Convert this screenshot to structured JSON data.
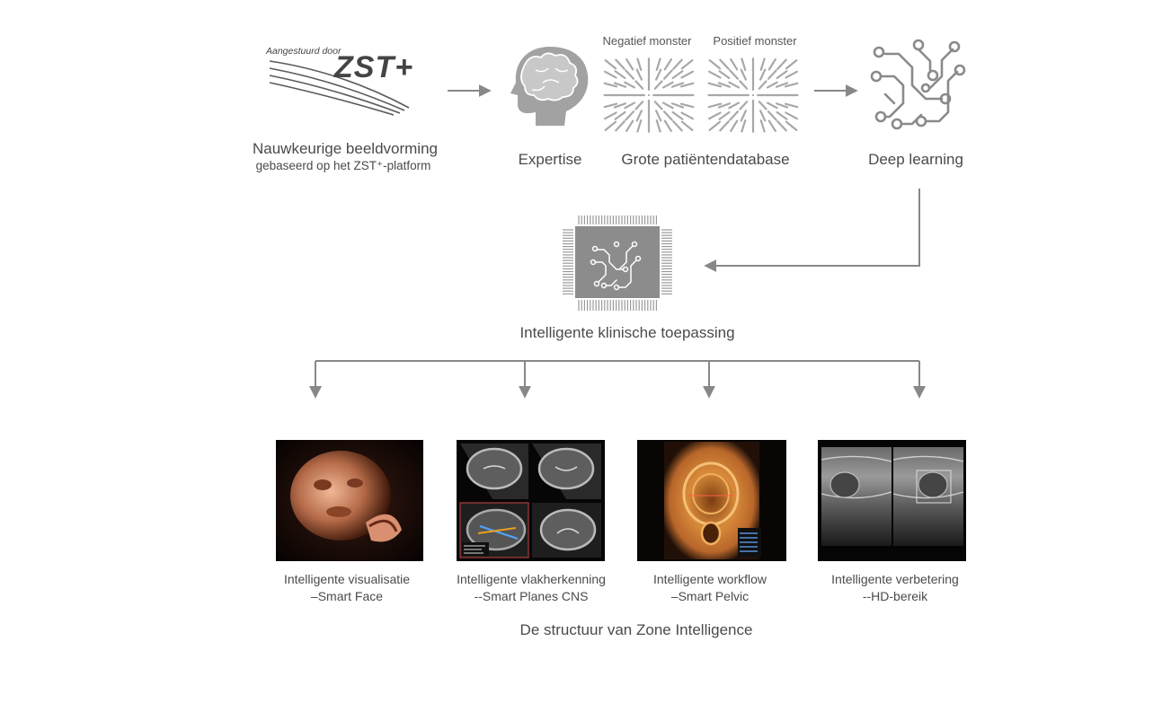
{
  "logo": {
    "tagline": "Aangestuurd door",
    "brand": "ZST+"
  },
  "nodes": {
    "imaging": {
      "label": "Nauwkeurige beeldvorming",
      "sublabel": "gebaseerd op het ZST⁺-platform"
    },
    "expertise": {
      "label": "Expertise"
    },
    "database": {
      "label": "Grote patiëntendatabase",
      "negative": "Negatief monster",
      "positive": "Positief monster"
    },
    "deep_learning": {
      "label": "Deep learning"
    },
    "clinical": {
      "label": "Intelligente klinische toepassing"
    }
  },
  "applications": [
    {
      "line1": "Intelligente visualisatie",
      "line2": "–Smart Face"
    },
    {
      "line1": "Intelligente vlakherkenning",
      "line2": "--Smart Planes CNS"
    },
    {
      "line1": "Intelligente workflow",
      "line2": "–Smart Pelvic"
    },
    {
      "line1": "Intelligente verbetering",
      "line2": "--HD-bereik"
    }
  ],
  "footer": {
    "caption": "De structuur van Zone Intelligence"
  },
  "colors": {
    "arrow": "#888888",
    "icon": "#9a9a9a",
    "chip": "#8c8c8c",
    "text": "#4a4a4a"
  },
  "icons": [
    "zst-logo",
    "brain-head-icon",
    "ray-grid-icon",
    "neural-circuit-icon",
    "ai-chip-icon"
  ]
}
